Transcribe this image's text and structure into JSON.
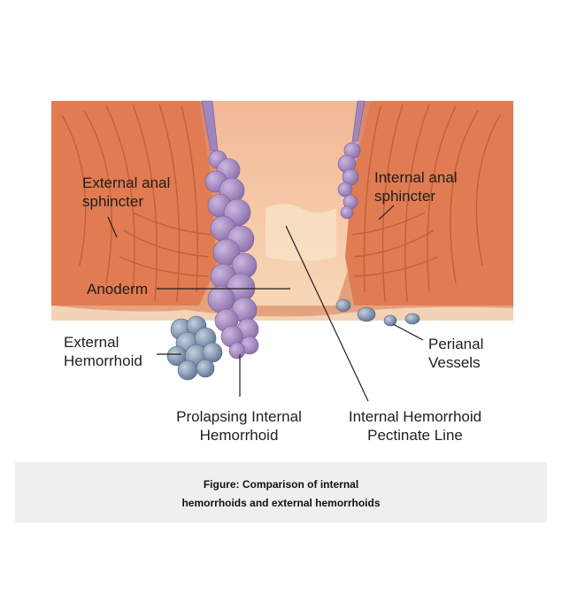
{
  "labels": {
    "external_sphincter": [
      "External anal",
      "sphincter"
    ],
    "internal_sphincter": [
      "Internal anal",
      "sphincter"
    ],
    "anoderm": "Anoderm",
    "external_hemorrhoid": [
      "External",
      "Hemorrhoid"
    ],
    "perianal_vessels": [
      "Perianal",
      "Vessels"
    ],
    "prolapsing_internal": [
      "Prolapsing Internal",
      "Hemorrhoid"
    ],
    "internal_pectinate": [
      "Internal Hemorrhoid",
      "Pectinate Line"
    ]
  },
  "caption": {
    "line1": "Figure: Comparison of internal",
    "line2": "hemorrhoids and external hemorrhoids"
  },
  "colors": {
    "muscle": "#e8855a",
    "muscle_dark": "#c45a32",
    "canal": "#f4c39c",
    "hemorrhoid_internal": "#a890c4",
    "hemorrhoid_external": "#8ea0b8",
    "caption_bg": "#efefef"
  }
}
